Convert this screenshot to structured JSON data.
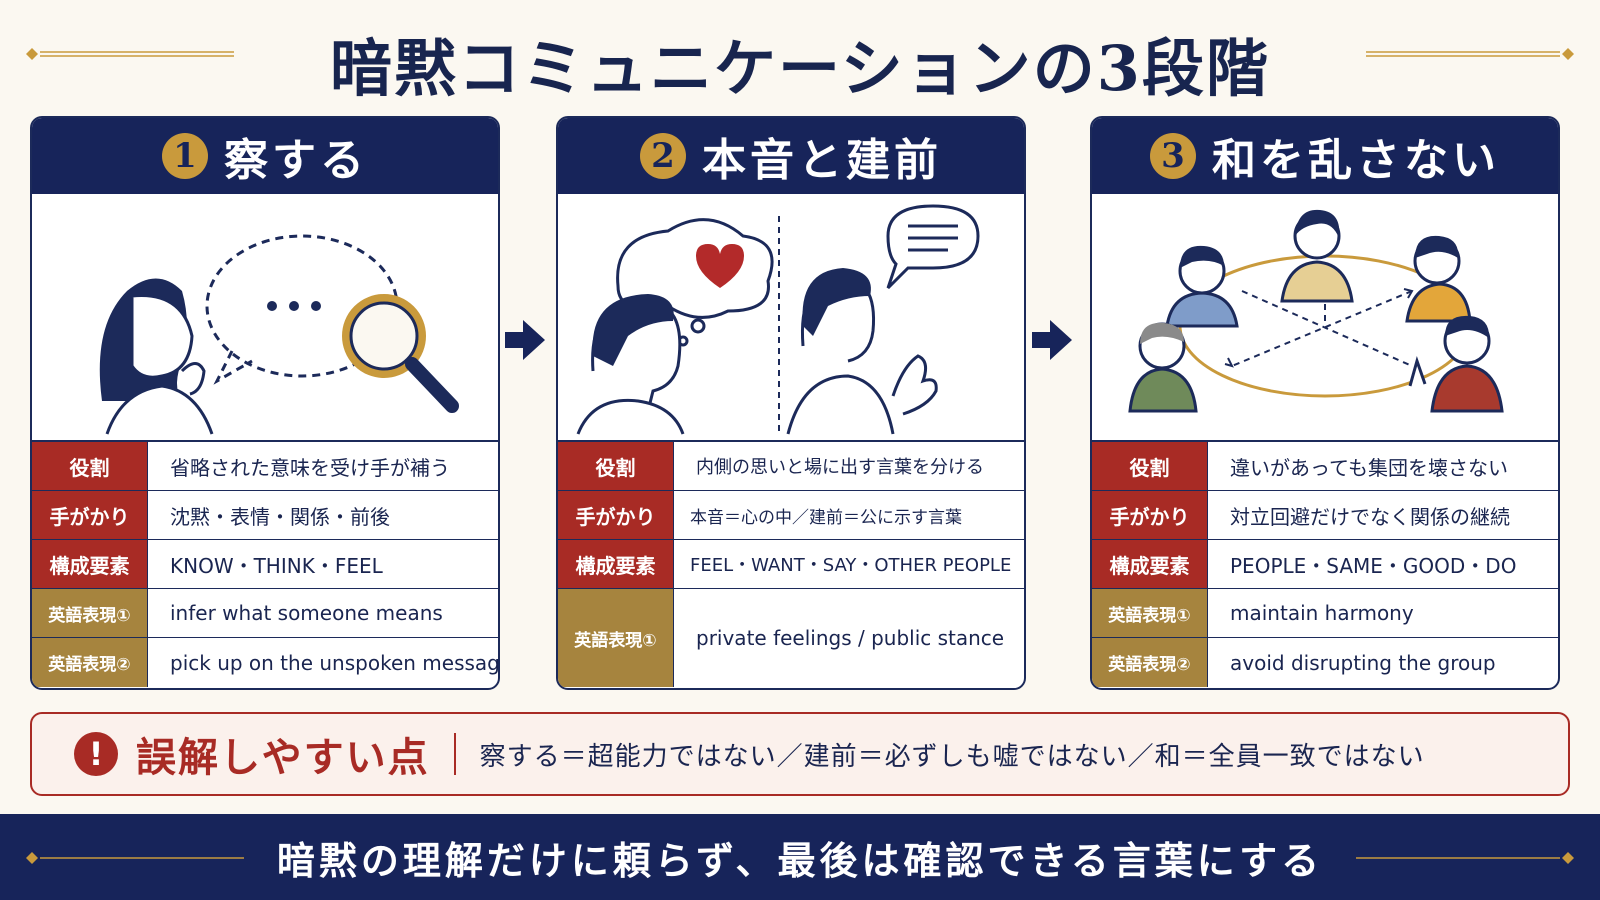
{
  "title": "暗黙コミュニケーションの3段階",
  "colors": {
    "navy": "#17245a",
    "gold": "#c99a3c",
    "red": "#a82b25"
  },
  "stages": [
    {
      "number": "1",
      "title": "察する",
      "illustration_icon": "magnifier-speech-icon",
      "rows": [
        {
          "label": "役割",
          "value": "省略された意味を受け手が補う"
        },
        {
          "label": "手がかり",
          "value": "沈黙・表情・関係・前後"
        },
        {
          "label": "構成要素",
          "value": "KNOW・THINK・FEEL"
        },
        {
          "label": "英語表現①",
          "value": "infer what someone means"
        },
        {
          "label": "英語表現②",
          "value": "pick up on the unspoken message"
        }
      ]
    },
    {
      "number": "2",
      "title": "本音と建前",
      "illustration_icon": "heart-thought-speech-icon",
      "rows": [
        {
          "label": "役割",
          "value": "内側の思いと場に出す言葉を分ける"
        },
        {
          "label": "手がかり",
          "value": "本音＝心の中／建前＝公に示す言葉"
        },
        {
          "label": "構成要素",
          "value": "FEEL・WANT・SAY・OTHER PEOPLE"
        },
        {
          "label": "英語表現①",
          "value": "private feelings / public stance"
        }
      ]
    },
    {
      "number": "3",
      "title": "和を乱さない",
      "illustration_icon": "group-circle-icon",
      "rows": [
        {
          "label": "役割",
          "value": "違いがあっても集団を壊さない"
        },
        {
          "label": "手がかり",
          "value": "対立回避だけでなく関係の継続"
        },
        {
          "label": "構成要素",
          "value": "PEOPLE・SAME・GOOD・DO"
        },
        {
          "label": "英語表現①",
          "value": "maintain harmony"
        },
        {
          "label": "英語表現②",
          "value": "avoid disrupting the group"
        }
      ]
    }
  ],
  "warning": {
    "icon": "exclamation-icon",
    "title": "誤解しやすい点",
    "text": "察する＝超能力ではない／建前＝必ずしも嘘ではない／和＝全員一致ではない"
  },
  "footer": "暗黙の理解だけに頼らず、最後は確認できる言葉にする"
}
